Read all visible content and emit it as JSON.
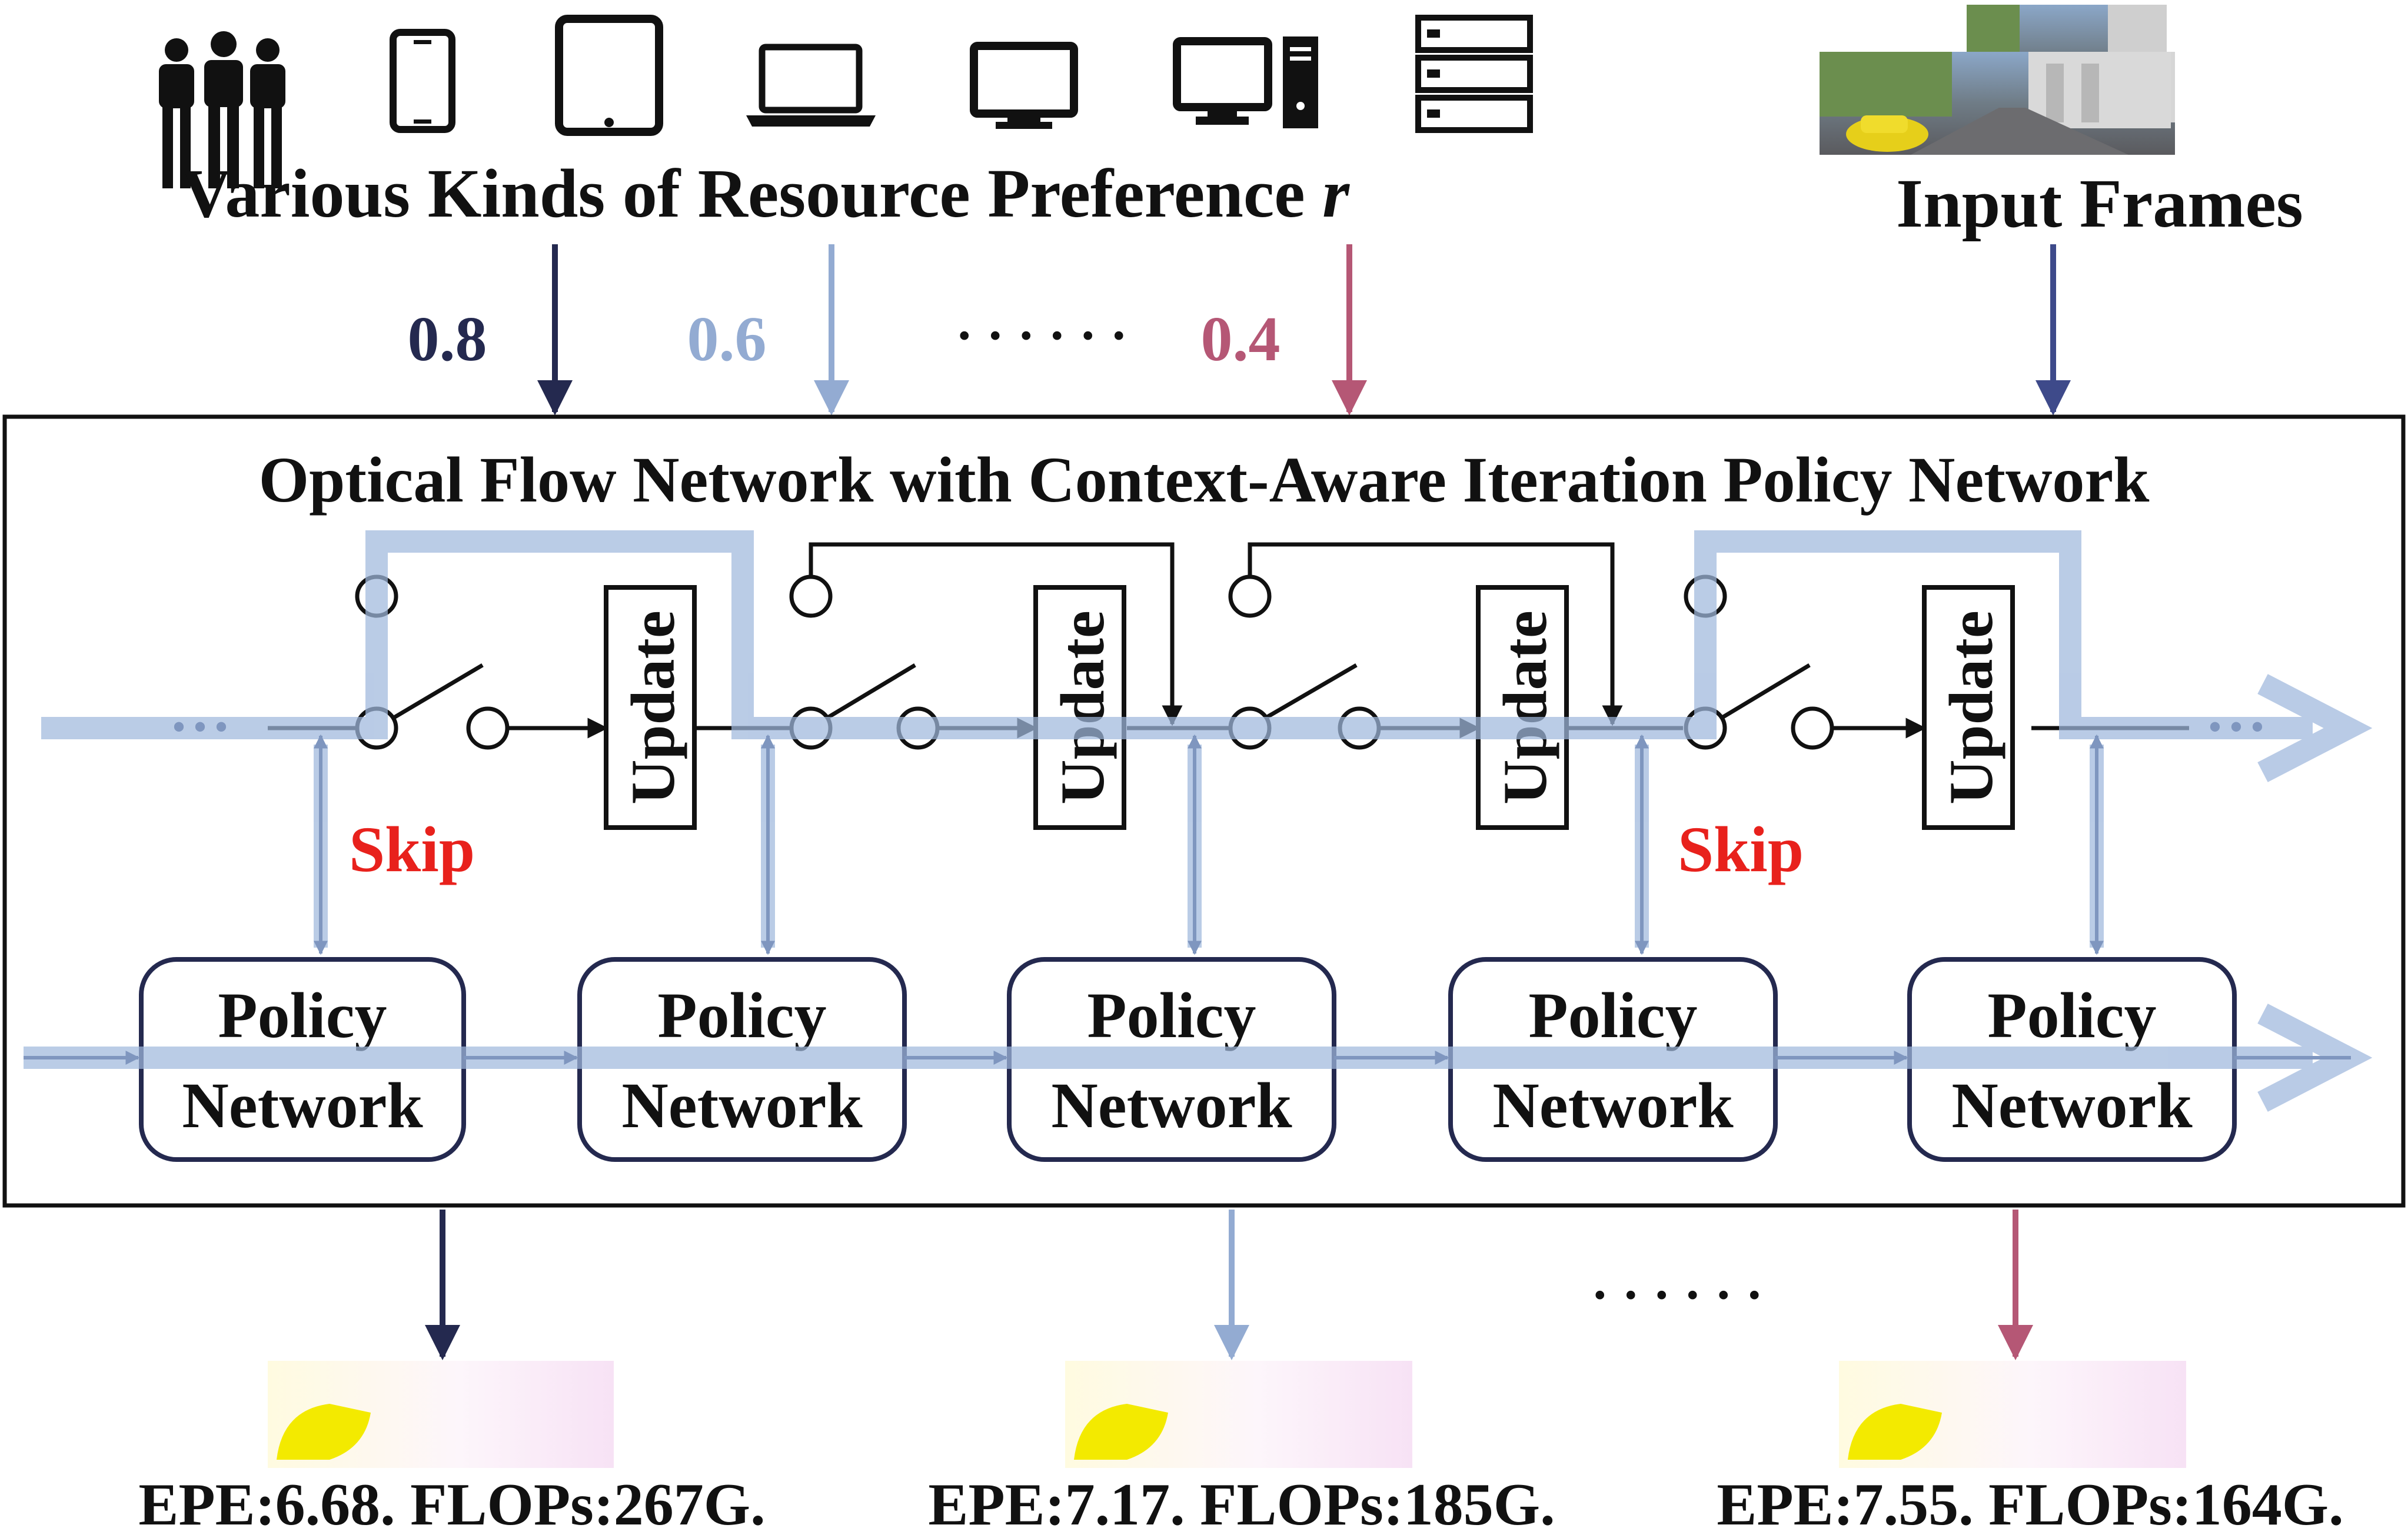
{
  "header": {
    "title_text": "Various Kinds of Resource Preference ",
    "title_var": "r",
    "input_label": "Input Frames"
  },
  "preferences": {
    "r1": "0.8",
    "r2": "0.6",
    "ellipsis": "· · · · · ·",
    "r3": "0.4"
  },
  "network": {
    "title": "Optical Flow Network with Context-Aware Iteration Policy Network",
    "update_label": "Update",
    "skip_label": "Skip",
    "policy_line1": "Policy",
    "policy_line2": "Network",
    "trail_dots": "• • •"
  },
  "results": {
    "r1": "EPE:6.68. FLOPs:267G.",
    "r2": "EPE:7.17. FLOPs:185G.",
    "ellipsis": "· · · · · ·",
    "r3": "EPE:7.55. FLOPs:164G."
  },
  "icons": [
    "people-icon",
    "phone-icon",
    "tablet-icon",
    "laptop-icon",
    "monitor-icon",
    "desktop-icon",
    "server-icon"
  ],
  "colors": {
    "dark": "#24294f",
    "light": "#93abd2",
    "pink": "#b55775",
    "blue": "#3e4a8a",
    "skip": "#e8211c",
    "flow": "#9fb8dd",
    "black": "#111111"
  }
}
